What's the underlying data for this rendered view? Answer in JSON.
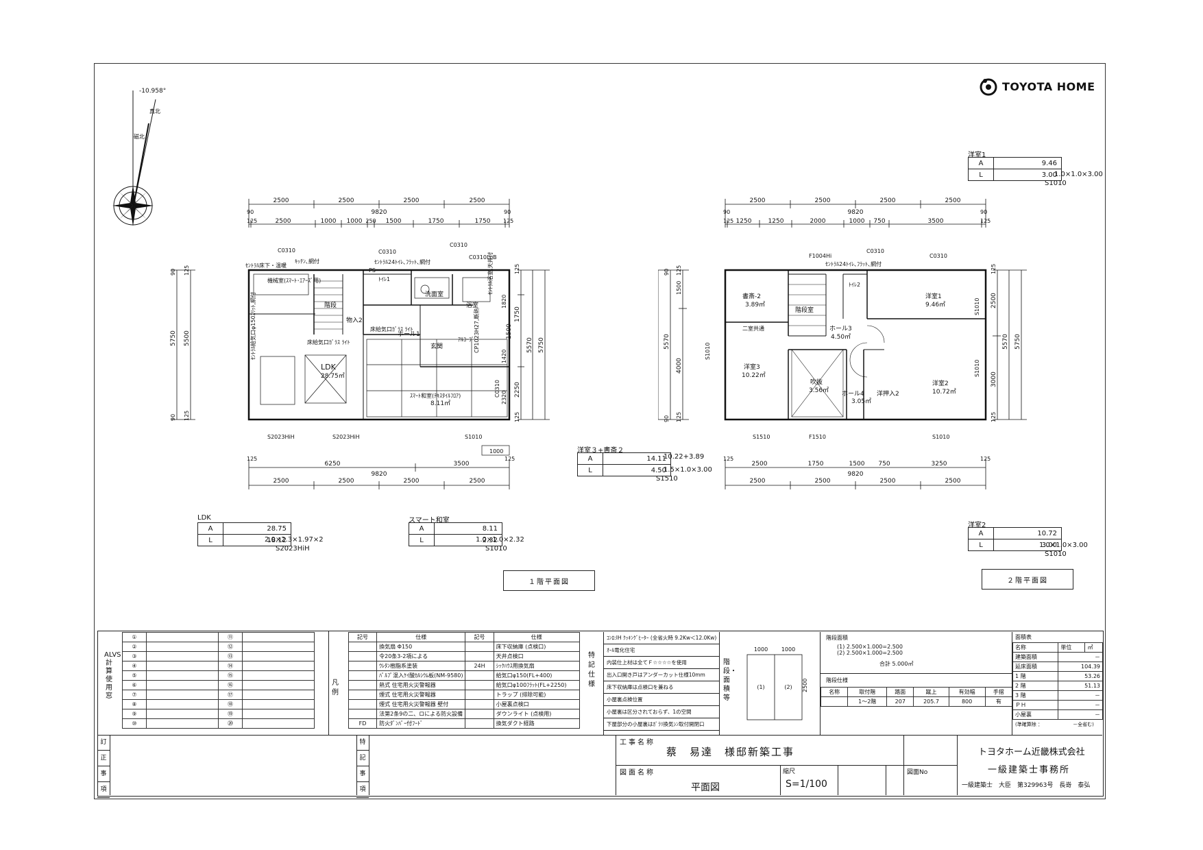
{
  "logo": {
    "text": "TOYOTA HOME"
  },
  "compass": {
    "angle_label": "-10.958°",
    "north_label": "真北",
    "mag_label": "磁北"
  },
  "floor1": {
    "caption": "１階平面図",
    "dims_top1": [
      "2500",
      "2500",
      "2500",
      "2500"
    ],
    "dims_top_total": "9820",
    "dims_top_edge": [
      "90",
      "90"
    ],
    "dims_top2": [
      "125",
      "2500",
      "1000",
      "1000",
      "250",
      "1500",
      "1750",
      "1750",
      "125"
    ],
    "dims_bot1": [
      "125",
      "6250",
      "3500",
      "125"
    ],
    "dims_bot_total": "9820",
    "dims_bot2": [
      "2500",
      "2500",
      "2500",
      "2500"
    ],
    "dims_left": [
      "90",
      "125",
      "5750",
      "5500",
      "90",
      "125"
    ],
    "dims_right": [
      "125",
      "1820",
      "1750",
      "1500",
      "5570",
      "5750",
      "2250",
      "2320",
      "1420",
      "125"
    ],
    "windows_top": [
      "C0310",
      "C0310",
      "C0310",
      "C0310LoB"
    ],
    "windows_bot": [
      "S2023HiH",
      "S2023HiH",
      "S1010"
    ],
    "window_right": "C0310",
    "ref_box": "1000",
    "notes": [
      "ｾﾝﾄﾗﾙ床下・温暖",
      "ｷｯﾁﾝ､網付",
      "ｾﾝﾄﾗﾙ24ﾄｲﾚ､ﾌﾗｯﾄ､網付",
      "ｾﾝﾄﾗﾙ給気口φ150ｽﾘｯﾄ,網付",
      "床給気口ｶﾞﾗｽ ﾗｲﾄ",
      "床給気口ｶﾞﾗｽ ﾗｲﾄ",
      "CP1023H27,断熱",
      "ｾﾝﾄﾗﾙ浴室,天井付"
    ],
    "rooms": [
      {
        "name": "機械室(ｽﾏｰﾄ･ｴｱｰｽﾞ用)"
      },
      {
        "name": "PS"
      },
      {
        "name": "ﾄｲﾚ1"
      },
      {
        "name": "洗面室"
      },
      {
        "name": "浴室"
      },
      {
        "name": "階段"
      },
      {
        "name": "物入2"
      },
      {
        "name": "ホール1"
      },
      {
        "name": "玄関"
      },
      {
        "name": "ｱﾙｺｰﾌﾞ"
      },
      {
        "name": "LDK"
      },
      {
        "name": "28.75㎡"
      },
      {
        "name": "ｽﾏｰﾄ和室(ﾃｷｽﾀｲﾙﾌﾛｱ)"
      },
      {
        "name": "8.11㎡"
      }
    ]
  },
  "floor2": {
    "caption": "２階平面図",
    "dims_top1": [
      "2500",
      "2500",
      "2500",
      "2500"
    ],
    "dims_top_total": "9820",
    "dims_top_edge": [
      "90",
      "90"
    ],
    "dims_top2": [
      "125",
      "1250",
      "1250",
      "2000",
      "1000",
      "750",
      "3500",
      "125"
    ],
    "dims_bot1": [
      "125",
      "2500",
      "1750",
      "1500",
      "750",
      "3250",
      "125"
    ],
    "dims_bot_total": "9820",
    "dims_bot2": [
      "2500",
      "2500",
      "2500",
      "2500"
    ],
    "dims_left": [
      "90",
      "125",
      "5750",
      "5570",
      "1500",
      "4000",
      "90",
      "125"
    ],
    "dims_right": [
      "125",
      "2500",
      "5570",
      "5750",
      "3000",
      "125"
    ],
    "windows_top": [
      "F1004Hi",
      "C0310",
      "C0310"
    ],
    "windows_bot": [
      "S1510",
      "F1510",
      "S1010"
    ],
    "windows_left": [
      "S1010"
    ],
    "windows_right": [
      "S1010",
      "S1010"
    ],
    "notes": [
      "ｾﾝﾄﾗﾙ24ﾄｲﾚ､ﾌﾗｯﾄ､網付",
      "二室共通"
    ],
    "rooms": [
      {
        "name": "書斎-2"
      },
      {
        "name": "3.89㎡"
      },
      {
        "name": "階段室"
      },
      {
        "name": "ﾄｲﾚ2"
      },
      {
        "name": "洋室1"
      },
      {
        "name": "9.46㎡"
      },
      {
        "name": "ホール3"
      },
      {
        "name": "4.50㎡"
      },
      {
        "name": "洋室3"
      },
      {
        "name": "10.22㎡"
      },
      {
        "name": "吹抜"
      },
      {
        "name": "3.56㎡"
      },
      {
        "name": "ホール4"
      },
      {
        "name": "3.05㎡"
      },
      {
        "name": "洋押入2"
      },
      {
        "name": "洋室2"
      },
      {
        "name": "10.72㎡"
      }
    ]
  },
  "area_tables": [
    {
      "id": "yoshitsu1",
      "title": "洋室1",
      "A": "9.46",
      "L": "3.00",
      "formula": "1.0×1.0×3.00",
      "window": "S1010"
    },
    {
      "id": "yoshitsu3",
      "title": "洋室３+書斎２",
      "A": "14.11",
      "A_note": "10.22+3.89",
      "L": "4.50",
      "formula": "1.5×1.0×3.00",
      "window": "S1510"
    },
    {
      "id": "ldk",
      "title": "LDK",
      "A": "28.75",
      "L": "18.12",
      "formula": "2.0×2.3×1.97×2",
      "window": "S2023HiH"
    },
    {
      "id": "washitsu",
      "title": "スマート和室",
      "A": "8.11",
      "L": "2.32",
      "formula": "1.0×1.0×2.32",
      "window": "S1010"
    },
    {
      "id": "yoshitsu2",
      "title": "洋室2",
      "A": "10.72",
      "L": "3.00",
      "formula": "1.0×1.0×3.00",
      "window": "S1010"
    }
  ],
  "title_block": {
    "alvs_label": "ALVS計算使用窓",
    "circled_left": [
      "①",
      "②",
      "③",
      "④",
      "⑤",
      "⑥",
      "⑦",
      "⑧",
      "⑨",
      "⑩"
    ],
    "circled_right": [
      "⑪",
      "⑫",
      "⑬",
      "⑭",
      "⑮",
      "⑯",
      "⑰",
      "⑱",
      "⑲",
      "⑳"
    ],
    "legend_label": "凡例",
    "legend_head": [
      "記号",
      "仕様",
      "記号",
      "仕様"
    ],
    "legend_left": [
      "換気扇 Φ150",
      "令20条3-2項による",
      "ｳﾚﾀﾝ樹脂系塗装",
      "ﾊﾟﾙﾌﾟ混入ｹｲ酸ｶﾙｼｳﾑ板(NM-9580)",
      "熱式 住宅用火災警報器",
      "煙式 住宅用火災警報器",
      "煙式 住宅用火災警報器 壁付",
      "法第2条9の二、ロによる防火設備",
      "防火ﾀﾞﾝﾊﾟｰ付ﾌｰﾄﾞ"
    ],
    "legend_left_sym": [
      "",
      "",
      "",
      "",
      "",
      "",
      "",
      "",
      "FD"
    ],
    "legend_right": [
      "床下収納庫 (点検口)",
      "天井点検口",
      "ｼｯｸﾊｳｽ用換気扇",
      "給気口φ150(FL+400)",
      "給気口φ100ﾌﾗｯﾄ(FL+2250)",
      "トラップ (排除可能)",
      "小屋裏点検口",
      "ダウンライト (点検用)",
      "換気ダクト経路"
    ],
    "legend_right_sym": [
      "",
      "",
      "24H",
      "",
      "",
      "",
      "",
      "",
      ""
    ],
    "special_label": "特記仕様",
    "special_items": [
      "ｺﾝﾛ:IH ｸｯｷﾝｸﾞﾋｰﾀｰ (全省火時 9.2Kw＜12.0Kw)",
      "ｵｰﾙ電化住宅",
      "内装仕上材は全てＦ☆☆☆☆を使用",
      "出入口開き戸はアンダーカット仕様10mm",
      "床下収納庫は点検口を兼ねる",
      "小屋裏点検位置",
      "小屋裏は区分されておらず、1の空間",
      "下屋部分の小屋裏はｶﾞﾗﾘ換気ｼﾝ取付開閉口"
    ],
    "stair_label": "階段・面積等",
    "stair_dims": [
      "1000",
      "1000",
      "2500"
    ],
    "stair_marks": [
      "(1)",
      "(2)"
    ],
    "stair_area_title": "階段面積",
    "stair_area_lines": [
      "(1)  2.500×1.000=2.500",
      "(2)  2.500×1.000=2.500",
      "合計  5.000㎡"
    ],
    "stair_spec_title": "階段仕様",
    "stair_spec_head": [
      "名称",
      "取付階",
      "踏面",
      "蹴上",
      "有効幅",
      "手摺"
    ],
    "stair_spec_row": [
      "",
      "1～2階",
      "207",
      "205.7",
      "800",
      "有"
    ],
    "area_title": "面積表",
    "area_head": [
      "名称",
      "単位",
      "㎡"
    ],
    "area_rows": [
      {
        "label": "建築面積",
        "value": "－"
      },
      {
        "label": "延床面積",
        "value": "104.39"
      },
      {
        "label": "1 階",
        "value": "53.26"
      },
      {
        "label": "2 階",
        "value": "51.13"
      },
      {
        "label": "3 階",
        "value": "－"
      },
      {
        "label": "ＰＨ",
        "value": "－"
      },
      {
        "label": "小屋裏",
        "value": "－"
      }
    ],
    "area_note": "(準確算除 ： 　　　　　　－全省む)",
    "revision_label": [
      "訂",
      "正",
      "事",
      "項"
    ],
    "special_note_label": [
      "特",
      "記",
      "事",
      "項"
    ],
    "project_label": "工事名称",
    "project_name": "蔡　易達　様邸新築工事",
    "drawing_label": "図面名称",
    "drawing_name": "平面図",
    "scale_label": "縮尺",
    "scale_value": "S=1/100",
    "drawing_no_label": "図面No",
    "company": "トヨタホーム近畿株式会社",
    "office": "一級建築士事務所",
    "architect": "一級建築士　大臣　第329963号　長嵜　泰弘"
  }
}
